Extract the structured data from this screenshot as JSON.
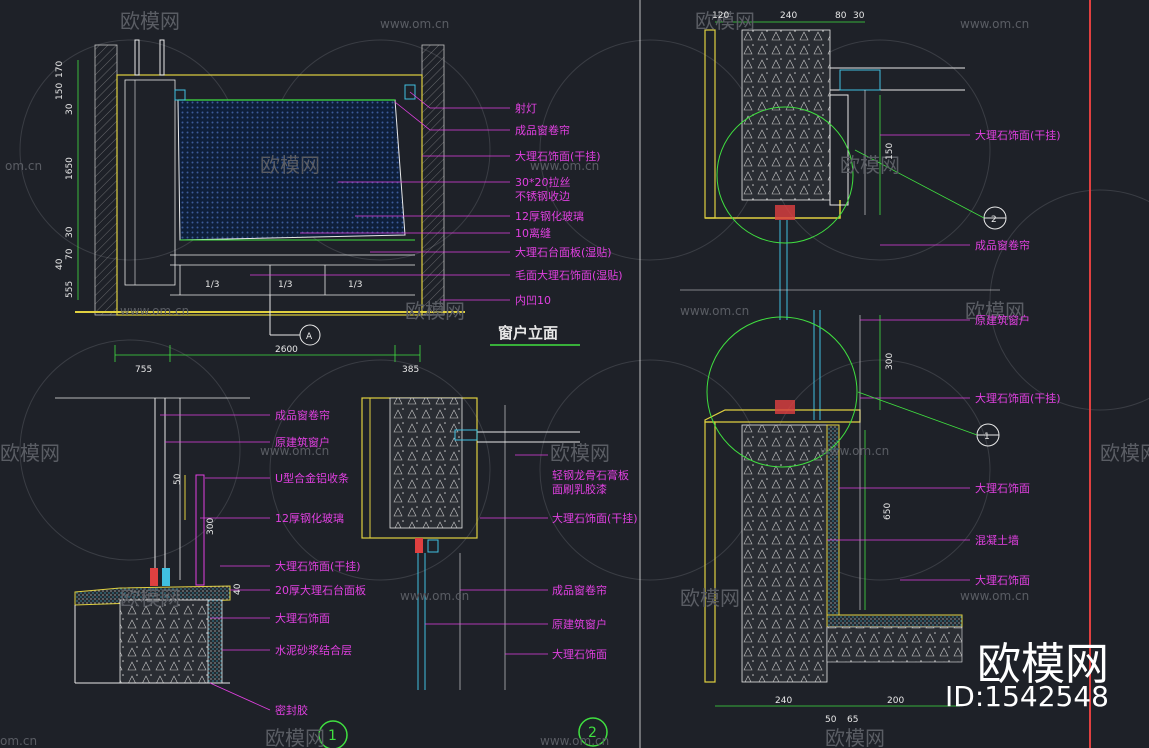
{
  "colors": {
    "background": "#1e2128",
    "magenta": "#e040e0",
    "green": "#40e040",
    "yellow": "#e0d040",
    "white": "#e8e8e8",
    "red": "#e04040",
    "cyan": "#40c0e0"
  },
  "watermark": {
    "brand": "欧模网",
    "site": "www.om.cn",
    "site_short": "om.cn",
    "big_brand": "欧模网",
    "id_text": "ID:1542548"
  },
  "elevation": {
    "title": "窗户立面",
    "section_marker": "A",
    "labels": [
      "射灯",
      "成品窗卷帘",
      "大理石饰面(干挂)",
      "30*20拉丝",
      "不锈钢收边",
      "12厚钢化玻璃",
      "10离缝",
      "大理石台面板(湿贴)",
      "毛面大理石饰面(湿贴)",
      "内凹10"
    ],
    "dims_vertical": [
      "170",
      "150",
      "30",
      "1650",
      "30",
      "70",
      "40",
      "555"
    ],
    "dims_bottom": [
      "755",
      "2600",
      "385"
    ],
    "fractions": [
      "1/3",
      "1/3",
      "1/3"
    ]
  },
  "section1": {
    "marker": "1",
    "labels": [
      "成品窗卷帘",
      "原建筑窗户",
      "U型合金铝收条",
      "12厚钢化玻璃",
      "大理石饰面(干挂)",
      "20厚大理石台面板",
      "大理石饰面",
      "水泥砂浆结合层",
      "密封胶"
    ],
    "dims": [
      "50",
      "300",
      "40"
    ]
  },
  "section2": {
    "marker": "2",
    "labels": [
      "轻钢龙骨石膏板",
      "面刷乳胶漆",
      "大理石饰面(干挂)",
      "成品窗卷帘",
      "原建筑窗户",
      "大理石饰面"
    ]
  },
  "detail_right": {
    "marker_top": "2",
    "marker_bottom": "1",
    "labels_top": [
      "大理石饰面(干挂)",
      "成品窗卷帘"
    ],
    "labels_bottom": [
      "原建筑窗户",
      "大理石饰面(干挂)",
      "大理石饰面",
      "混凝土墙",
      "大理石饰面"
    ],
    "dims_top": [
      "120",
      "240",
      "80",
      "30",
      "150"
    ],
    "dims_mid": [
      "300",
      "650"
    ],
    "dims_bottom": [
      "240",
      "200",
      "50",
      "65"
    ]
  }
}
